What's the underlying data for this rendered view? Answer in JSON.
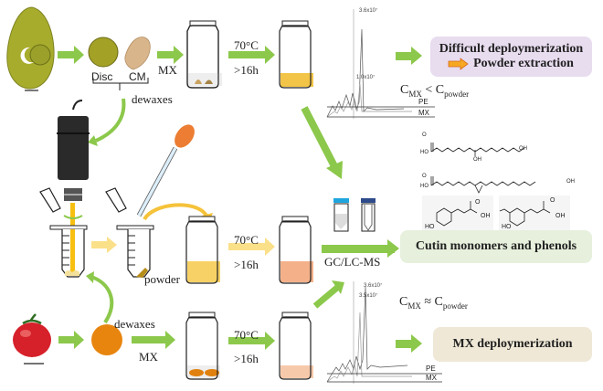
{
  "figure": {
    "type": "graphical-abstract",
    "top_row": {
      "sample_1": "olive / mango-like fruit",
      "disc_label": "Disc",
      "cm_label": "CM",
      "dewaxes_label": "dewaxes",
      "mx_label": "MX",
      "temperature_label": "70°C",
      "time_label": ">16h",
      "comparison_label": "C_MX < C_powder",
      "comparison": {
        "c": "C",
        "sub1": "MX",
        "op": "<",
        "sub2": "powder"
      },
      "chromatogram": {
        "peak_label_high": "3.6x10⁷",
        "peak_label_low": "1.0x10⁷",
        "trace_top": "PE",
        "trace_bottom": "MX"
      },
      "result_box": {
        "line1": "Difficult deploymerization",
        "line2": "Powder extraction",
        "bg_color": "#e8dcef"
      }
    },
    "middle_row": {
      "powder_label": "powder",
      "temperature_label": "70°C",
      "time_label": ">16h",
      "analysis_label": "GC/LC-MS",
      "result_box": {
        "line1": "Cutin monomers and phenols",
        "bg_color": "#e6f0dc"
      },
      "structures": [
        "HO",
        "OH",
        "O",
        "OH",
        "HO",
        "O",
        "OH",
        "O",
        "OH",
        "HO",
        "O",
        "OH",
        "HO"
      ]
    },
    "bottom_row": {
      "sample_2": "tomato",
      "dewaxes_label": "dewaxes",
      "mx_label": "MX",
      "temperature_label": "70°C",
      "time_label": ">16h",
      "comparison": {
        "c": "C",
        "sub1": "MX",
        "op": "≈",
        "sub2": "powder"
      },
      "chromatogram": {
        "peak_label_high": "3.6x10⁷",
        "peak_label_low": "3.5x10⁷",
        "trace_top": "PE",
        "trace_bottom": "MX"
      },
      "result_box": {
        "line1": "MX deploymerization",
        "bg_color": "#efe8d6"
      }
    },
    "colors": {
      "green_arrow": "#8cc84b",
      "yellow_arrow": "#fbe08a",
      "orange_arrow": "#f7a823",
      "gold_fill": "#f7d165",
      "peach_fill": "#f4b189",
      "peach_light": "#f7c9ab",
      "tomato_red": "#d6202a",
      "tomato_cuticle": "#e8850f",
      "olive_green": "#a8ac2c",
      "vial_cap_blue": "#1fa6de",
      "vial_cap_navy": "#2d4a8a",
      "pipette_bulb": "#ec7d32"
    }
  }
}
